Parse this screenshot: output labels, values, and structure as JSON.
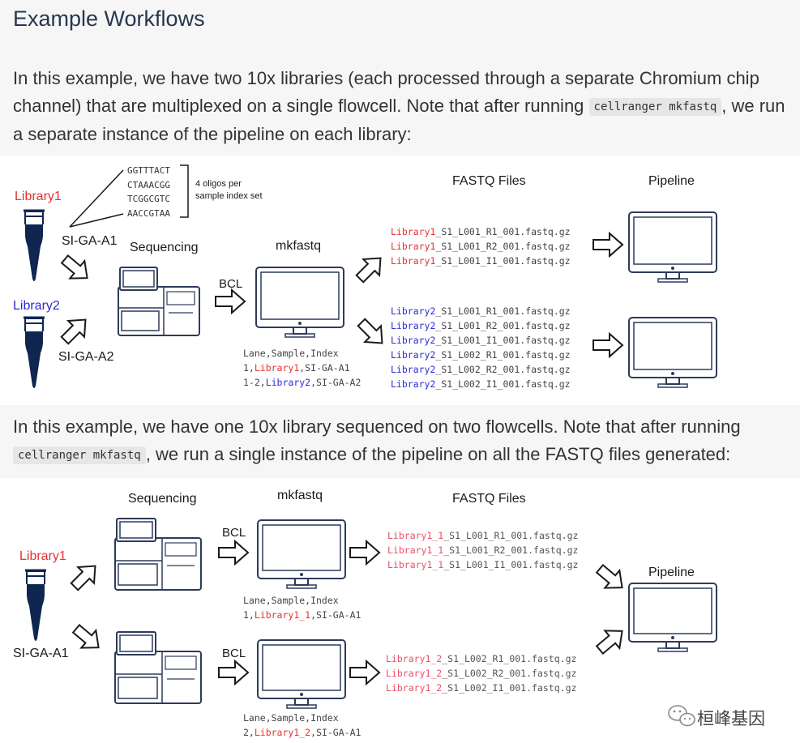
{
  "title": "Example Workflows",
  "para1": {
    "before": "In this example, we have two 10x libraries (each processed through a separate Chromium chip channel) that are multiplexed on a single flowcell. Note that after running ",
    "code": "cellranger mkfastq",
    "after": ", we run a separate instance of the pipeline on each library:"
  },
  "para2": {
    "before": "In this example, we have one 10x library sequenced on two flowcells. Note that after running ",
    "code": "cellranger mkfastq",
    "after": ", we run a single instance of the pipeline on all the FASTQ files generated:"
  },
  "colors": {
    "red": "#e8302f",
    "blue": "#2b2bd6",
    "navy": "#0f2650",
    "outline": "#2d3b5a",
    "pink": "#e8506a"
  },
  "diagram1": {
    "oligos": [
      "GGTTTACT",
      "CTAAACGG",
      "TCGGCGTC",
      "AACCGTAA"
    ],
    "oligo_note_1": "4 oligos per",
    "oligo_note_2": "sample index set",
    "library1": "Library1",
    "library2": "Library2",
    "index1": "SI-GA-A1",
    "index2": "SI-GA-A2",
    "sequencing": "Sequencing",
    "bcl": "BCL",
    "mkfastq": "mkfastq",
    "fastq_header": "FASTQ Files",
    "pipeline_header": "Pipeline",
    "csv_header": "Lane,Sample,Index",
    "csv_row1": {
      "lane": "1,",
      "lib": "Library1",
      "idx": ",SI-GA-A1"
    },
    "csv_row2": {
      "lane": "1-2,",
      "lib": "Library2",
      "idx": ",SI-GA-A2"
    },
    "files1": [
      {
        "lib": "Library1",
        "rest": "_S1_L001_R1_001.fastq.gz"
      },
      {
        "lib": "Library1",
        "rest": "_S1_L001_R2_001.fastq.gz"
      },
      {
        "lib": "Library1",
        "rest": "_S1_L001_I1_001.fastq.gz"
      }
    ],
    "files2": [
      {
        "lib": "Library2",
        "rest": "_S1_L001_R1_001.fastq.gz"
      },
      {
        "lib": "Library2",
        "rest": "_S1_L001_R2_001.fastq.gz"
      },
      {
        "lib": "Library2",
        "rest": "_S1_L001_I1_001.fastq.gz"
      },
      {
        "lib": "Library2",
        "rest": "_S1_L002_R1_001.fastq.gz"
      },
      {
        "lib": "Library2",
        "rest": "_S1_L002_R2_001.fastq.gz"
      },
      {
        "lib": "Library2",
        "rest": "_S1_L002_I1_001.fastq.gz"
      }
    ]
  },
  "diagram2": {
    "library1": "Library1",
    "index1": "SI-GA-A1",
    "sequencing": "Sequencing",
    "mkfastq": "mkfastq",
    "fastq_header": "FASTQ Files",
    "pipeline_header": "Pipeline",
    "bcl_a": "BCL",
    "bcl_b": "BCL",
    "csv_header_a": "Lane,Sample,Index",
    "csv_row_a": {
      "lane": "1,",
      "lib": "Library1_1",
      "idx": ",SI-GA-A1"
    },
    "csv_header_b": "Lane,Sample,Index",
    "csv_row_b": {
      "lane": "2,",
      "lib": "Library1_2",
      "idx": ",SI-GA-A1"
    },
    "files_a": [
      {
        "lib": "Library1_1",
        "rest": "_S1_L001_R1_001.fastq.gz"
      },
      {
        "lib": "Library1_1",
        "rest": "_S1_L001_R2_001.fastq.gz"
      },
      {
        "lib": "Library1_1",
        "rest": "_S1_L001_I1_001.fastq.gz"
      }
    ],
    "files_b": [
      {
        "lib": "Library1_2",
        "rest": "_S1_L002_R1_001.fastq.gz"
      },
      {
        "lib": "Library1_2",
        "rest": "_S1_L002_R2_001.fastq.gz"
      },
      {
        "lib": "Library1_2",
        "rest": "_S1_L002_I1_001.fastq.gz"
      }
    ]
  },
  "watermark": {
    "text": "桓峰基因",
    "icon": "wechat-icon"
  }
}
